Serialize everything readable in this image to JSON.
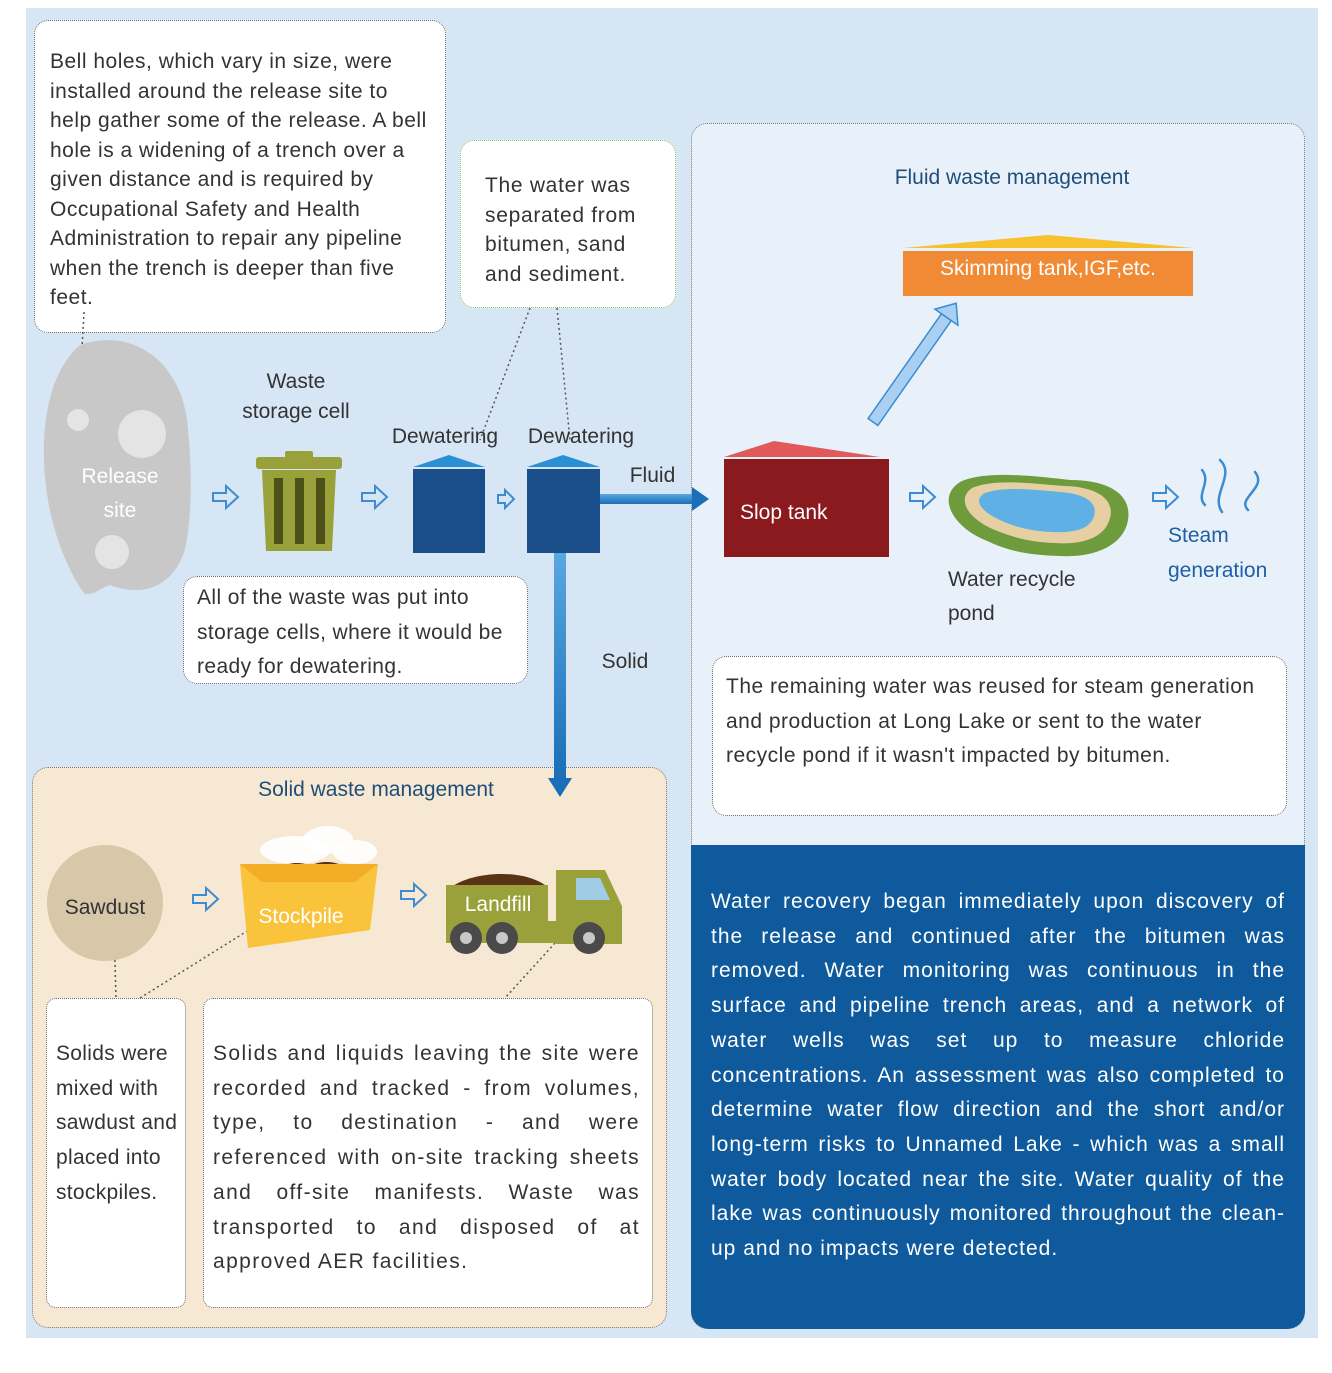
{
  "notes": {
    "bell_holes": "Bell holes, which vary in size, were installed around the release site to help gather some of the release.  A bell hole is a widening of a trench over a given distance and is required by Occupational Safety and Health Administration to repair any pipeline when the trench is deeper than five feet.",
    "water_separated": "The water was separated from bitumen, sand and sediment.",
    "storage_cells": "All of the waste was put into storage cells, where it would be ready for dewatering.",
    "remaining_water": "The remaining water was reused for steam generation and production at Long Lake or sent to the water recycle pond if it wasn't impacted by bitumen.",
    "solids_mixed": "Solids were mixed with sawdust and placed into stockpiles.",
    "solids_liquids": "Solids and liquids leaving the site were recorded and tracked - from volumes, type, to destination - and were referenced with on-site tracking sheets and off-site manifests. Waste was transported to and disposed of at approved AER facilities.",
    "water_recovery": "Water recovery began immediately upon discovery of the release and continued after the bitumen was removed. Water monitoring was continuous in the surface and pipeline trench areas, and a network of water wells was set up to measure chloride concentrations. An assessment was also completed to determine water flow direction and the short and/or long-term risks to Unnamed Lake - which was a small water body located near the site. Water quality of the lake was continuously monitored throughout the clean-up and no impacts were detected."
  },
  "nodes": {
    "release_site_1": "Release",
    "release_site_2": "site",
    "waste_storage_1": "Waste",
    "waste_storage_2": "storage cell",
    "dewatering_1": "Dewatering",
    "dewatering_2": "Dewatering",
    "fluid": "Fluid",
    "solid": "Solid",
    "slop_tank": "Slop tank",
    "skimming_tank": "Skimming tank,IGF,etc.",
    "water_pond_1": "Water recycle",
    "water_pond_2": "pond",
    "steam_1": "Steam",
    "steam_2": "generation",
    "sawdust": "Sawdust",
    "stockpile": "Stockpile",
    "landfill": "Landfill"
  },
  "panels": {
    "fluid_title": "Fluid waste management",
    "solid_title": "Solid waste management"
  },
  "colors": {
    "background": "#d6e6f4",
    "dewatering": "#1a4e8a",
    "slop_tank": "#8b1a1e",
    "skimming_tank": "#f08a35",
    "info_box": "#0f5a9c",
    "bin": "#9aa13a",
    "solid_panel": "#f6e8d2"
  }
}
